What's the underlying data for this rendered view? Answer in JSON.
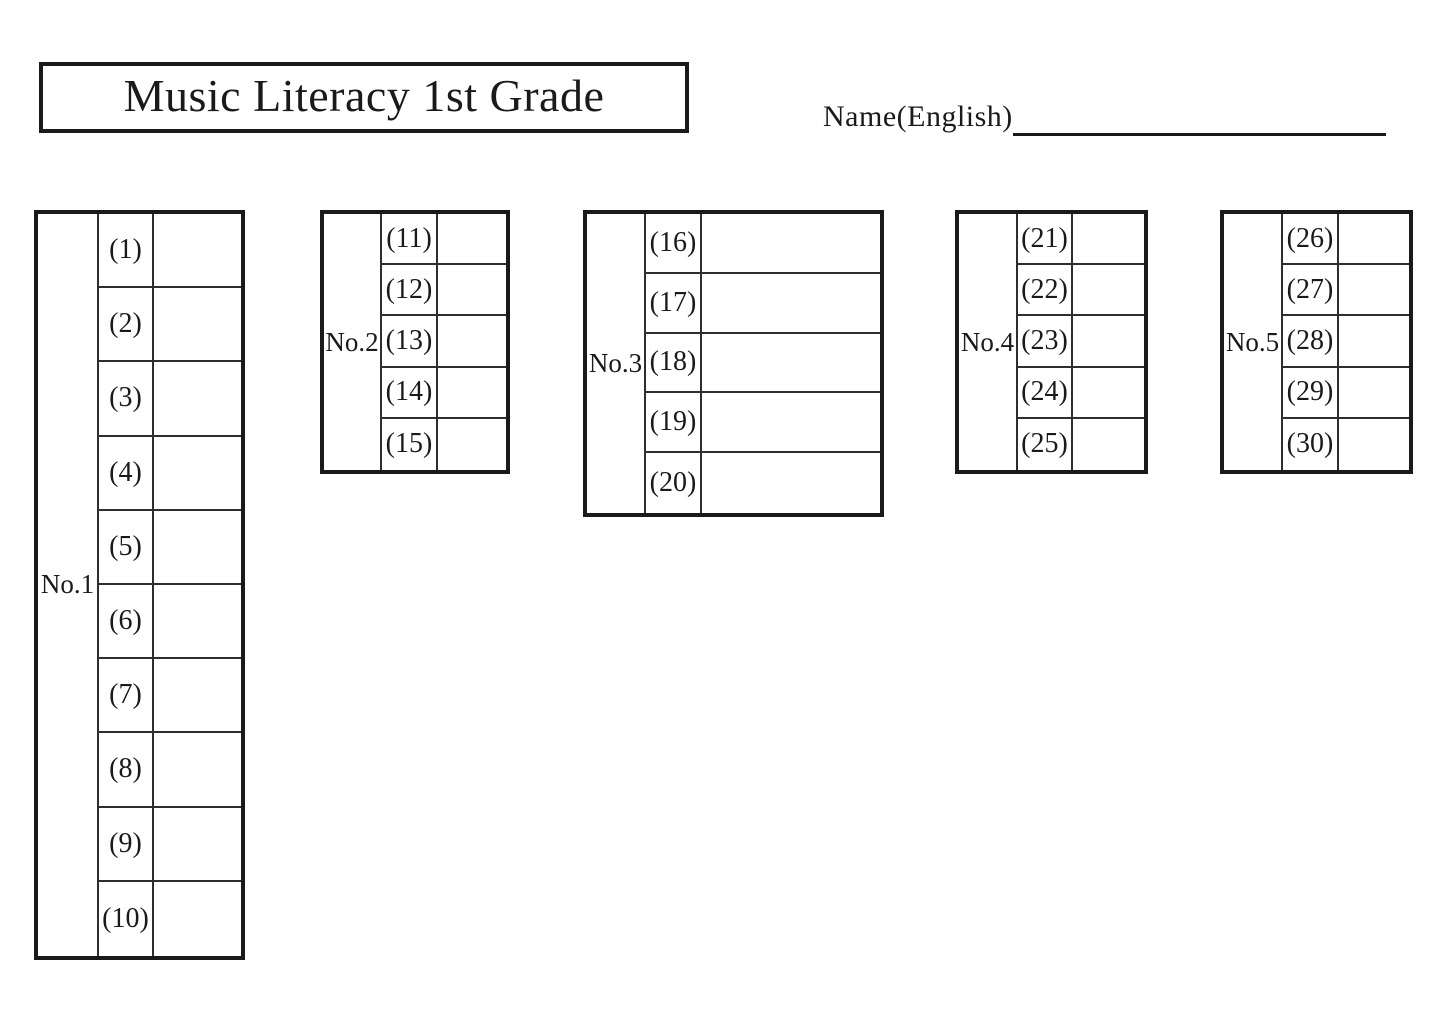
{
  "page": {
    "background": "#ffffff",
    "ink": "#1a1a1a",
    "grid_line": "#2e2e2e"
  },
  "header": {
    "title": "Music Literacy 1st Grade",
    "name_label": "Name(English)"
  },
  "tables": [
    {
      "label": "No.1",
      "rows": [
        "(1)",
        "(2)",
        "(3)",
        "(4)",
        "(5)",
        "(6)",
        "(7)",
        "(8)",
        "(9)",
        "(10)"
      ]
    },
    {
      "label": "No.2",
      "rows": [
        "(11)",
        "(12)",
        "(13)",
        "(14)",
        "(15)"
      ]
    },
    {
      "label": "No.3",
      "rows": [
        "(16)",
        "(17)",
        "(18)",
        "(19)",
        "(20)"
      ]
    },
    {
      "label": "No.4",
      "rows": [
        "(21)",
        "(22)",
        "(23)",
        "(24)",
        "(25)"
      ]
    },
    {
      "label": "No.5",
      "rows": [
        "(26)",
        "(27)",
        "(28)",
        "(29)",
        "(30)"
      ]
    }
  ]
}
